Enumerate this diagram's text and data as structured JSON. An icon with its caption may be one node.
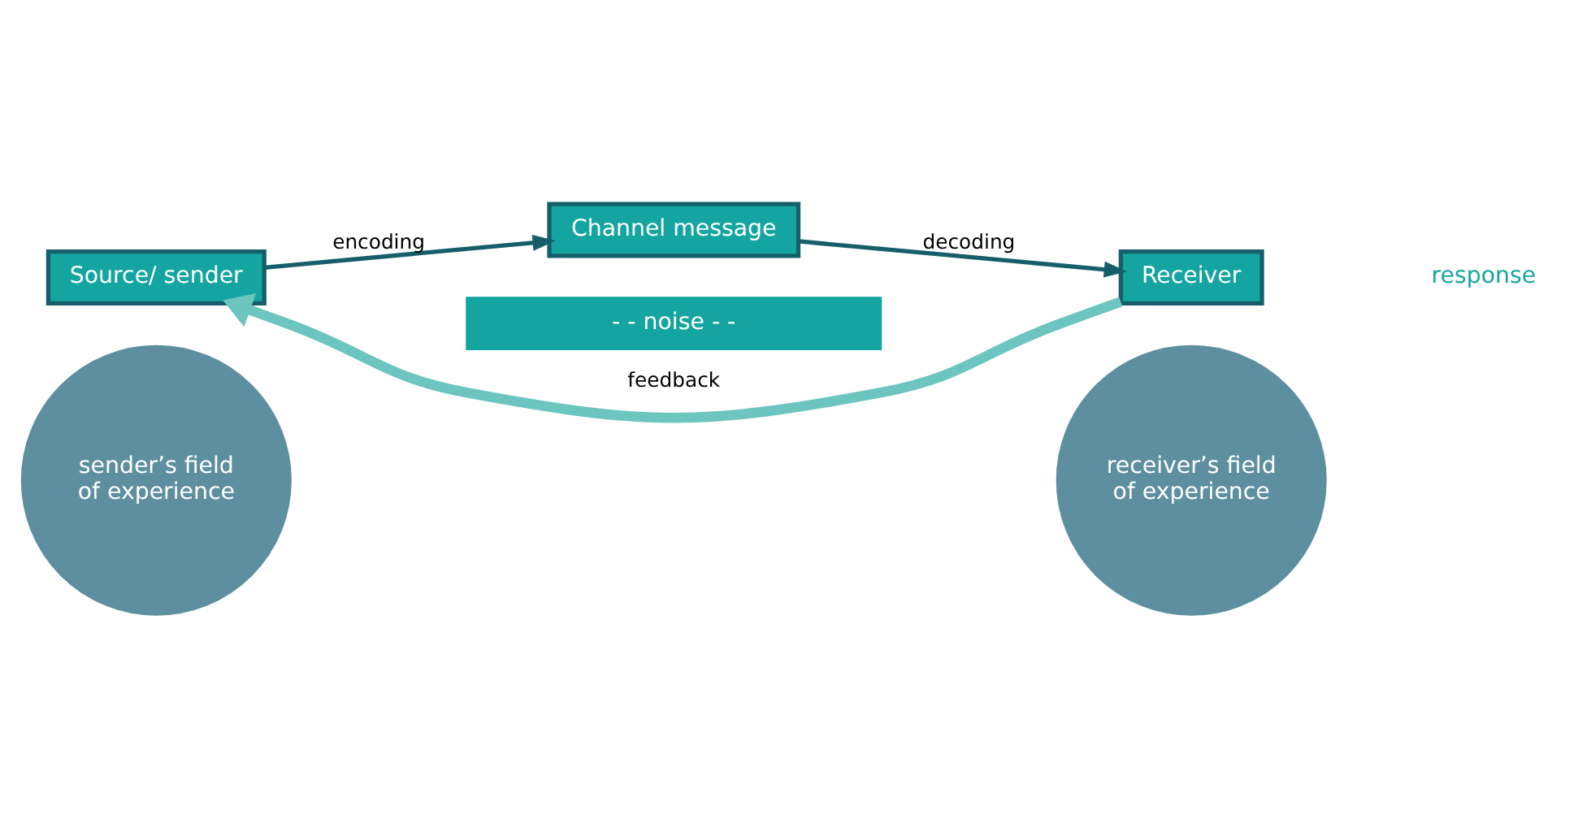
{
  "diagram": {
    "nodes": [
      {
        "text": [
          "sender’s field of experience"
        ]
      },
      {
        "text": [
          "receiver’s field of experience"
        ]
      },
      {
        "text": [
          "Source/ sender"
        ]
      },
      {
        "text": [
          "Channel message"
        ]
      },
      {
        "text": [
          "Receiver"
        ]
      },
      {
        "text": [
          "- - noise - -"
        ]
      }
    ],
    "edges": [
      {
        "from": 2,
        "to": 3,
        "arrow": "to",
        "label": "encoding"
      },
      {
        "from": 3,
        "to": 4,
        "arrow": "to",
        "label": "decoding"
      },
      {
        "from": 4,
        "to": 2,
        "arrow": "to",
        "label": "feedback",
        "style": "thick",
        "color": "#6cc5bf"
      }
    ],
    "labels": [
      "response"
    ]
  }
}
